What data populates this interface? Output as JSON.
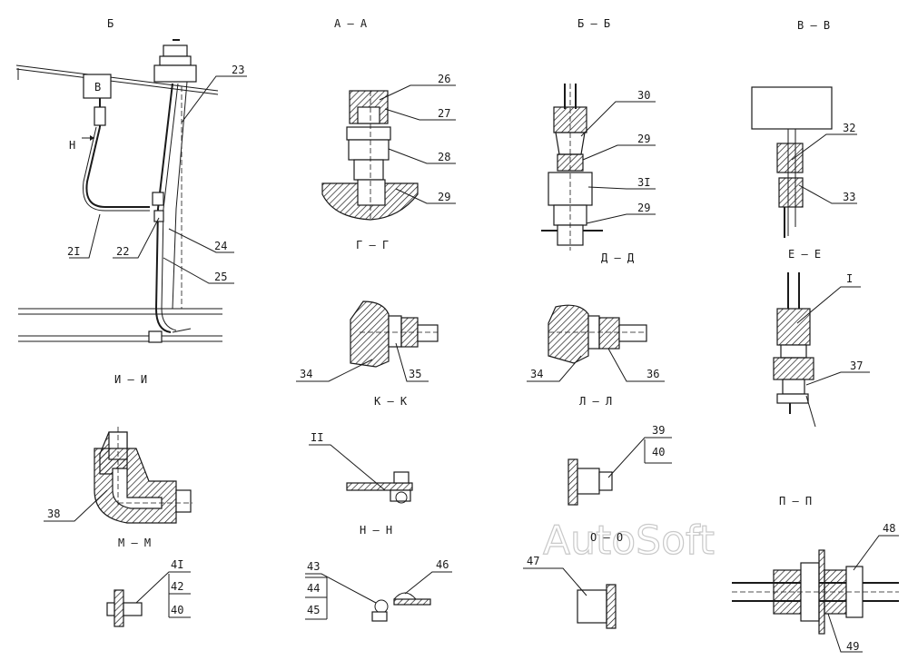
{
  "section_labels": {
    "b": "Б",
    "a_a": "А – А",
    "b_b": "Б – Б",
    "v_v": "В – В",
    "g_g": "Г – Г",
    "d_d": "Д – Д",
    "e_e": "Е – Е",
    "i_i": "И – И",
    "k_k": "К – К",
    "l_l": "Л – Л",
    "m_m": "М – М",
    "n_n": "Н – Н",
    "o_o": "О – О",
    "p_p": "П – П"
  },
  "view_markers": {
    "v": "В",
    "n": "Н"
  },
  "callouts": {
    "c1": "I",
    "c2": "II",
    "c21": "2I",
    "c22": "22",
    "c23": "23",
    "c24": "24",
    "c25": "25",
    "c26": "26",
    "c27": "27",
    "c28": "28",
    "c29a": "29",
    "c29b": "29",
    "c29c": "29",
    "c30": "30",
    "c31": "3I",
    "c32": "32",
    "c33": "33",
    "c34a": "34",
    "c34b": "34",
    "c35": "35",
    "c36": "36",
    "c37": "37",
    "c38": "38",
    "c39": "39",
    "c40a": "40",
    "c40b": "40",
    "c41": "4I",
    "c42": "42",
    "c43": "43",
    "c44": "44",
    "c45": "45",
    "c46": "46",
    "c47": "47",
    "c48": "48",
    "c49": "49"
  },
  "watermark": "AutoSoft"
}
